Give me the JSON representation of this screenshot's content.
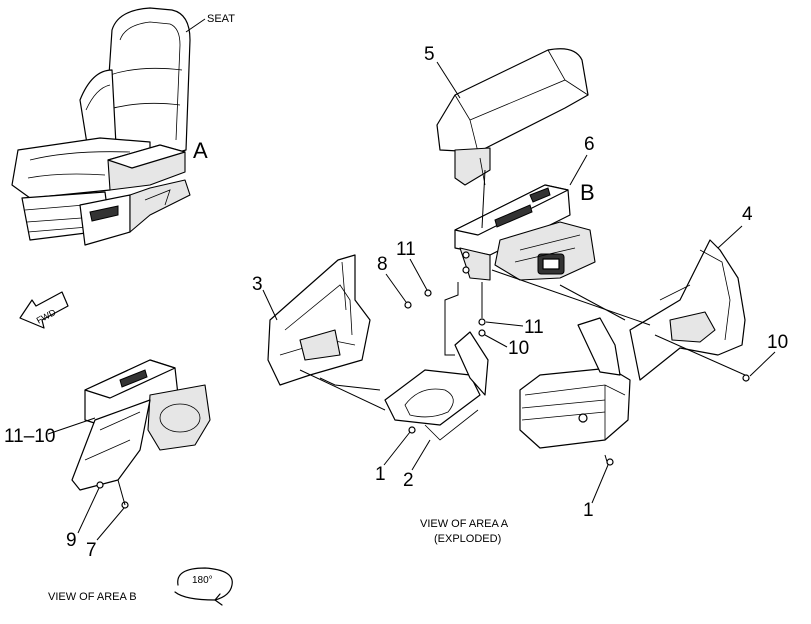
{
  "labels": {
    "seat": "SEAT",
    "area_a": "A",
    "area_b": "B",
    "fwd": "FWD",
    "view_a_line1": "VIEW OF AREA  A",
    "view_a_line2": "(EXPLODED)",
    "view_b": "VIEW OF AREA  B",
    "rotation": "180°"
  },
  "callouts": {
    "c5": "5",
    "c6": "6",
    "c4": "4",
    "c3": "3",
    "c8": "8",
    "c11a": "11",
    "c11b": "11",
    "c10a": "10",
    "c10b": "10",
    "c1a": "1",
    "c2": "2",
    "c1b": "1",
    "c11_10": "11–10",
    "c9": "9",
    "c7": "7"
  }
}
